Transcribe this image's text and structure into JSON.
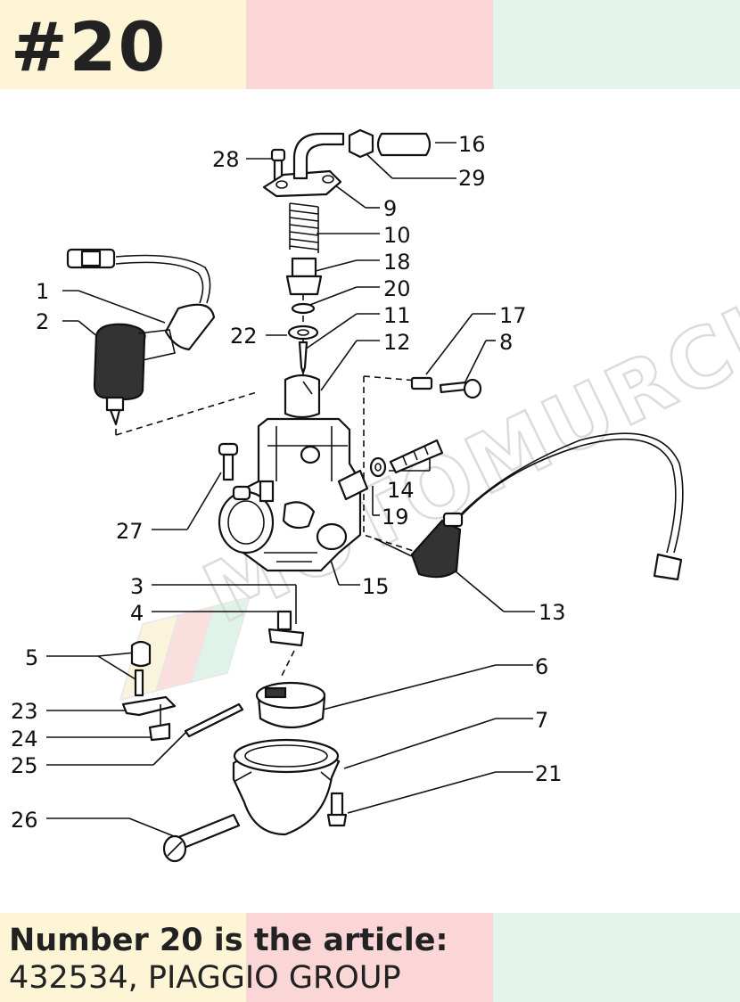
{
  "header": {
    "title": "#20"
  },
  "caption": {
    "line1": "Number 20 is the article:",
    "line2": "432534, PIAGGIO GROUP"
  },
  "watermark": {
    "text": "MOTOMURCIA"
  },
  "colors": {
    "band_yellow": "#fdf5d5",
    "band_pink": "#fbd6d6",
    "band_mint": "#e2f4ec",
    "ink": "#222222"
  },
  "diagram": {
    "labels": [
      "28",
      "16",
      "29",
      "9",
      "10",
      "18",
      "1",
      "20",
      "2",
      "22",
      "11",
      "17",
      "8",
      "12",
      "14",
      "27",
      "19",
      "15",
      "13",
      "3",
      "4",
      "5",
      "6",
      "23",
      "7",
      "24",
      "25",
      "21",
      "26"
    ]
  }
}
